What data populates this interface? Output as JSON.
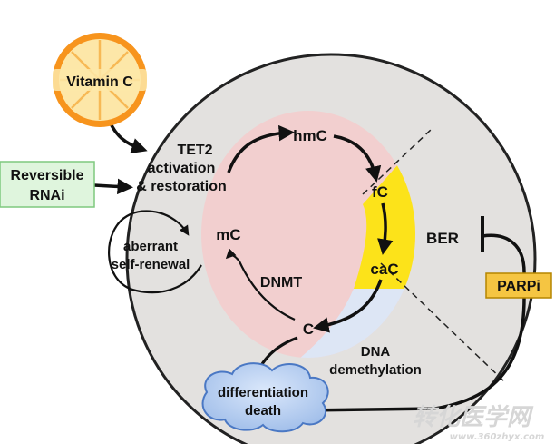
{
  "inputs": {
    "vitamin_c": "Vitamin C",
    "reversible_rnai": [
      "Reversible",
      "RNAi"
    ]
  },
  "tet2": [
    "TET2",
    "activation",
    "& restoration"
  ],
  "cycle": {
    "hmc": "hmC",
    "fc": "fC",
    "cac": "caC",
    "c": "C",
    "mc": "mC",
    "dnmt": "DNMT"
  },
  "aberrant": [
    "aberrant",
    "self-renewal"
  ],
  "ber": "BER",
  "parpi": "PARPi",
  "dna_demethylation": [
    "DNA",
    "demethylation"
  ],
  "outcome": [
    "differentiation",
    "death"
  ],
  "watermark": {
    "chinese": "转化医学网",
    "url": "www.360zhyx.com"
  },
  "colors": {
    "orange_peel": "#f7941d",
    "orange_flesh": "#fde7a8",
    "cell_gray": "#e3e1df",
    "nucleus_pink": "#f2cfcf",
    "yellow_band": "#fce31a",
    "blue_band": "#dde6f5",
    "rnai_green": "#dff5dd",
    "parpi_gold": "#f5c542",
    "cloud_blue": "#aec9ee"
  }
}
